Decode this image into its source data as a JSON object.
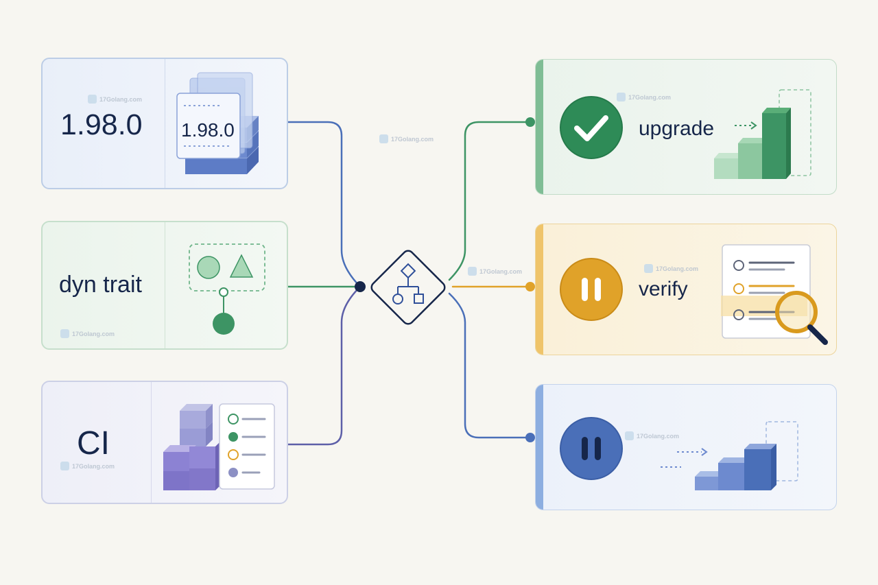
{
  "left_cards": [
    {
      "label": "1.98.0",
      "illustration_text": "1.98.0",
      "icon": "stacked-version-sheets-icon",
      "accent": "#4a6fb8"
    },
    {
      "label": "dyn trait",
      "icon": "trait-shapes-icon",
      "accent": "#3d9464"
    },
    {
      "label": "CI",
      "icon": "ci-blocks-checklist-icon",
      "accent": "#5d5fa8"
    }
  ],
  "hub": {
    "icon": "hierarchy-diamond-icon"
  },
  "right_cards": [
    {
      "label": "upgrade",
      "status_icon": "checkmark-icon",
      "chart_icon": "rising-bars-icon",
      "accent": "#3d9464"
    },
    {
      "label": "verify",
      "status_icon": "pause-icon",
      "chart_icon": "checklist-magnifier-icon",
      "accent": "#e0a229"
    },
    {
      "label": "",
      "status_icon": "pause-icon",
      "chart_icon": "rising-bars-icon",
      "accent": "#4a6fb8"
    }
  ],
  "watermark": "17Golang.com",
  "colors": {
    "background": "#f7f6f1",
    "blue": "#4a6fb8",
    "green": "#3d9464",
    "amber": "#e0a229",
    "indigo": "#5d5fa8",
    "navy": "#16264a"
  }
}
